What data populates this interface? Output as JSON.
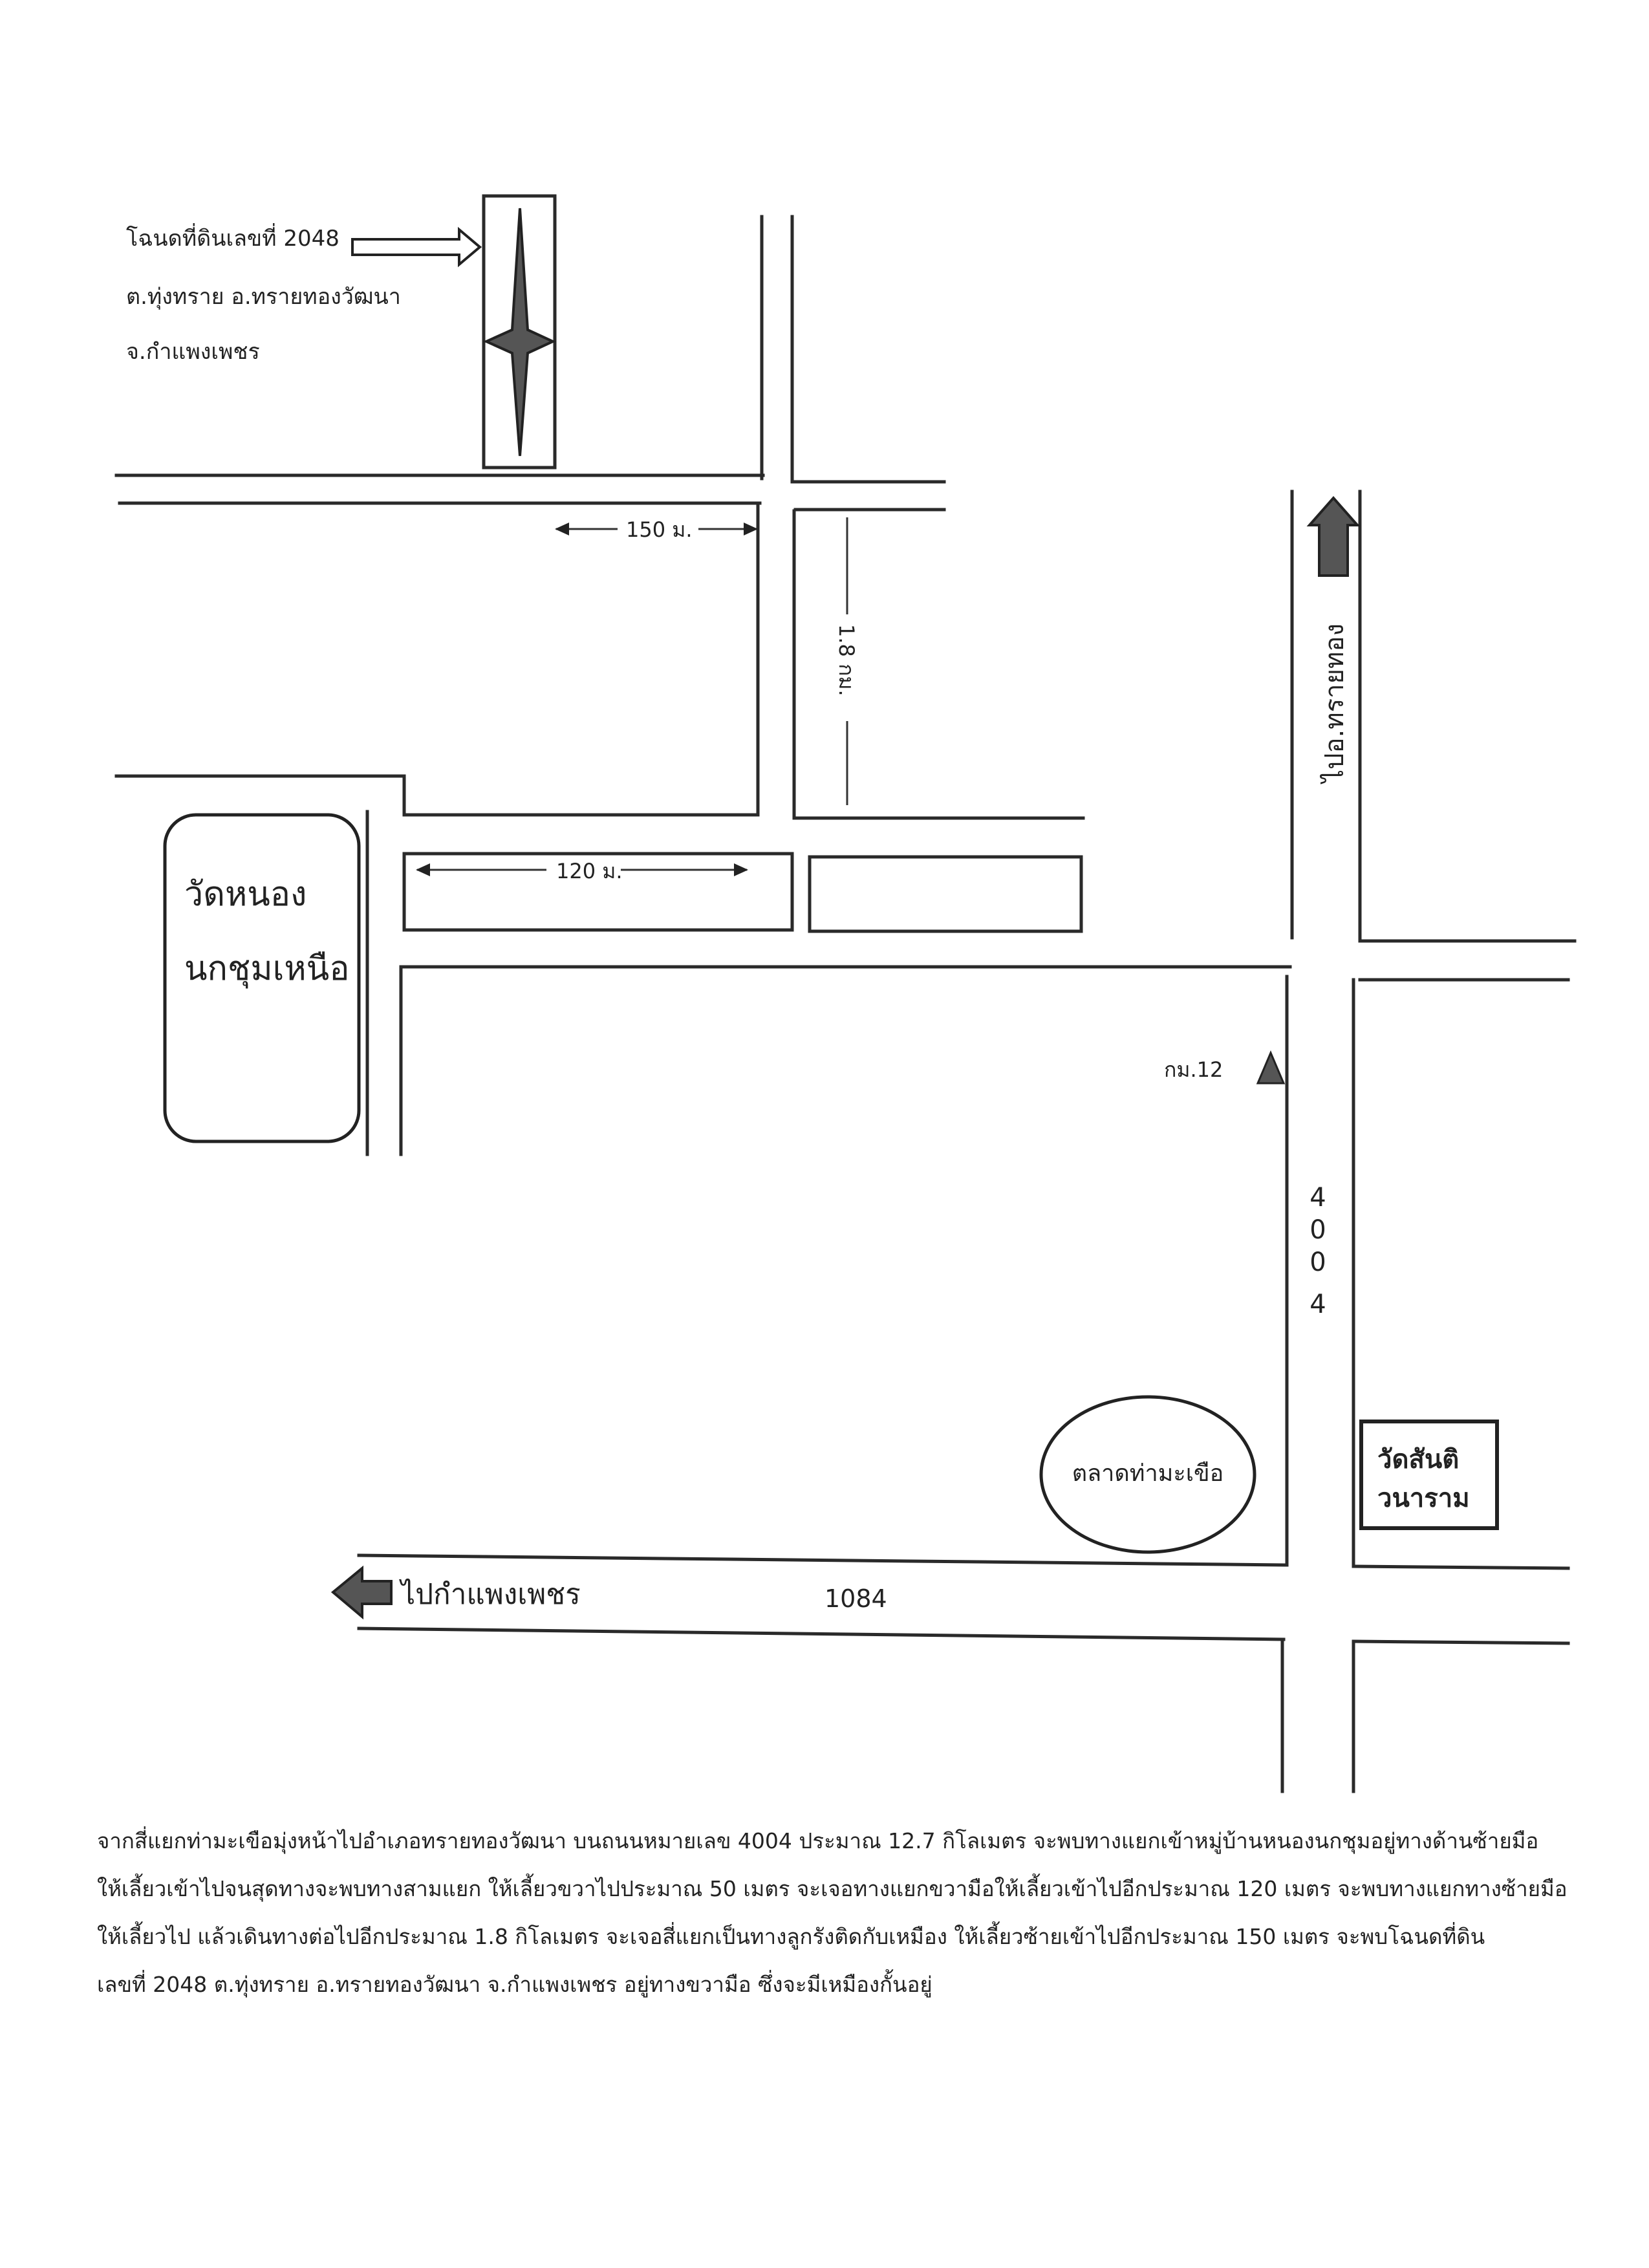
{
  "colors": {
    "ink": "#222222",
    "paper": "#ffffff",
    "parcel_fill": "#555555"
  },
  "icons": [
    "north-pointer-icon",
    "right-arrow-icon",
    "up-arrow-icon",
    "left-arrow-icon",
    "triangle-marker-icon"
  ],
  "parcel": {
    "line1": "โฉนดที่ดินเลขที่ 2048",
    "line2": "ต.ทุ่งทราย อ.ทรายทองวัฒนา",
    "line3": "จ.กำแพงเพชร"
  },
  "distances": {
    "d150": "150 ม.",
    "d120": "120 ม.",
    "d18": "1.8 กม."
  },
  "temples": {
    "north_line1": "วัดหนอง",
    "north_line2": "นกชุมเหนือ",
    "santi_line1": "วัดสันติ",
    "santi_line2": "วนาราม"
  },
  "direction_to_sai_thong": "ไปอ.ทรายทอง",
  "km_marker": "กม.12",
  "road_4004": [
    "4",
    "0",
    "0",
    "4"
  ],
  "market": "ตลาดท่ามะเขือ",
  "to_kamphaeng_phet": "ไปกำแพงเพชร",
  "road_1084": "1084",
  "directions": [
    "จากสี่แยกท่ามะเขือมุ่งหน้าไปอำเภอทรายทองวัฒนา บนถนนหมายเลข 4004 ประมาณ 12.7 กิโลเมตร จะพบทางแยกเข้าหมู่บ้านหนองนกชุมอยู่ทางด้านซ้ายมือ",
    "ให้เลี้ยวเข้าไปจนสุดทางจะพบทางสามแยก ให้เลี้ยวขวาไปประมาณ 50 เมตร จะเจอทางแยกขวามือให้เลี้ยวเข้าไปอีกประมาณ 120 เมตร จะพบทางแยกทางซ้ายมือ",
    "ให้เลี้ยวไป แล้วเดินทางต่อไปอีกประมาณ 1.8 กิโลเมตร จะเจอสี่แยกเป็นทางลูกรังติดกับเหมือง ให้เลี้ยวซ้ายเข้าไปอีกประมาณ 150 เมตร จะพบโฉนดที่ดิน",
    "เลขที่ 2048 ต.ทุ่งทราย อ.ทรายทองวัฒนา จ.กำแพงเพชร อยู่ทางขวามือ ซึ่งจะมีเหมืองกั้นอยู่"
  ]
}
